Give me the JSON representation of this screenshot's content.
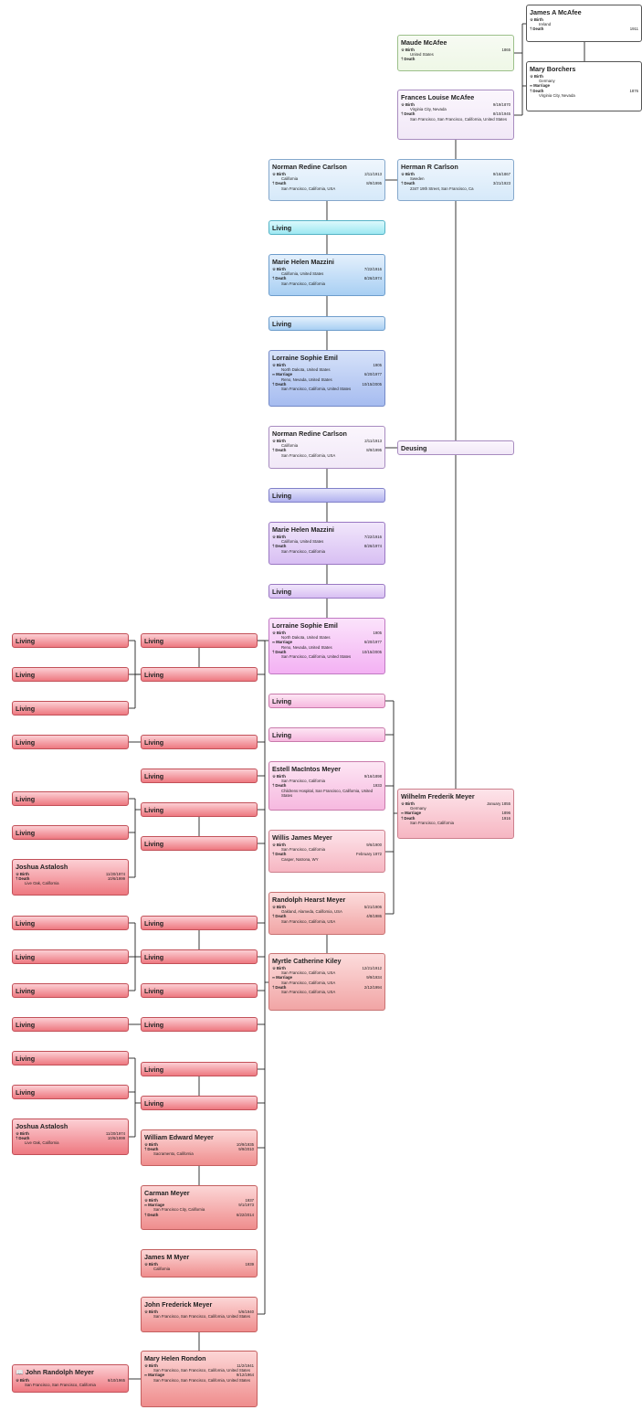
{
  "icons": {
    "birth": "☆",
    "marriage": "∞",
    "death": "†",
    "family_book": "📖"
  },
  "styles": {
    "green": {
      "bg": "linear-gradient(#f7fbf3,#eef7e6)",
      "border": "#9cc08a"
    },
    "white": {
      "bg": "#ffffff",
      "border": "#555555"
    },
    "lilac": {
      "bg": "linear-gradient(#fbf6fd,#f1e8f7)",
      "border": "#a88cc0"
    },
    "sky": {
      "bg": "linear-gradient(#eff6fd,#d6e9f9)",
      "border": "#85a8cc"
    },
    "cyan": {
      "bg": "linear-gradient(#dcf9fc,#9de8f2)",
      "border": "#55b3c6"
    },
    "blue": {
      "bg": "linear-gradient(#e4f0fc,#a8cff3)",
      "border": "#6d9dcc"
    },
    "periwinkle": {
      "bg": "linear-gradient(#d6e2f9,#a6bcf0)",
      "border": "#7489c7"
    },
    "blueviolet": {
      "bg": "linear-gradient(#e6e6fb,#b2b2ef)",
      "border": "#7f7fc8"
    },
    "lavender": {
      "bg": "linear-gradient(#f1e6fb,#d8bff3)",
      "border": "#9a78c3"
    },
    "orchid": {
      "bg": "linear-gradient(#fbe3fb,#f3b1f3)",
      "border": "#c179c3"
    },
    "pink": {
      "bg": "linear-gradient(#fde6f4,#f6b8df)",
      "border": "#c97aab"
    },
    "pinkred": {
      "bg": "linear-gradient(#fde4ea,#f6b6c2)",
      "border": "#cc7f8c"
    },
    "salmon": {
      "bg": "linear-gradient(#fcdcdc,#f1a5a5)",
      "border": "#c87373"
    },
    "red": {
      "bg": "linear-gradient(#fccfd4,#ee7880)",
      "border": "#c25058"
    },
    "red2": {
      "bg": "linear-gradient(#fcd6d6,#ef8d8d)",
      "border": "#c45f5f"
    }
  },
  "persons": [
    {
      "id": "james_mcafee",
      "name": "James A McAfee",
      "style": "white",
      "events": [
        {
          "type": "Birth",
          "date": "",
          "place": "Ireland"
        },
        {
          "type": "Death",
          "date": "1911",
          "place": ""
        }
      ]
    },
    {
      "id": "maude_mcafee",
      "name": "Maude McAfee",
      "style": "green",
      "events": [
        {
          "type": "Birth",
          "date": "1865",
          "place": "United States"
        },
        {
          "type": "Death",
          "date": "",
          "place": ""
        }
      ]
    },
    {
      "id": "mary_borchers",
      "name": "Mary Borchers",
      "style": "white",
      "events": [
        {
          "type": "Birth",
          "date": "",
          "place": "Germany"
        },
        {
          "type": "Marriage",
          "date": "",
          "place": ""
        },
        {
          "type": "Death",
          "date": "1876",
          "place": "Virginia City, Nevada"
        }
      ]
    },
    {
      "id": "frances_mcafee",
      "name": "Frances Louise McAfee",
      "style": "lilac",
      "events": [
        {
          "type": "Birth",
          "date": "9/19/1870",
          "place": "Virginia City, Nevada"
        },
        {
          "type": "Death",
          "date": "8/10/1945",
          "place": "San Francisco, San Francisco, California, United States"
        }
      ]
    },
    {
      "id": "norman_1",
      "name": "Norman Redine Carlson",
      "style": "sky",
      "events": [
        {
          "type": "Birth",
          "date": "2/11/1913",
          "place": "California"
        },
        {
          "type": "Death",
          "date": "8/9/1995",
          "place": "San Francisco, California, USA"
        }
      ]
    },
    {
      "id": "herman_carlson",
      "name": "Herman R Carlson",
      "style": "sky",
      "events": [
        {
          "type": "Birth",
          "date": "9/16/1867",
          "place": "Sweden"
        },
        {
          "type": "Death",
          "date": "3/21/1923",
          "place": "2347 19th Street, San Francisco, Ca"
        }
      ]
    },
    {
      "id": "living_c1",
      "name": "Living",
      "style": "cyan",
      "events": []
    },
    {
      "id": "marie_1",
      "name": "Marie Helen Mazzini",
      "style": "blue",
      "events": [
        {
          "type": "Birth",
          "date": "7/22/1916",
          "place": "California, United States"
        },
        {
          "type": "Death",
          "date": "8/26/1974",
          "place": "San Francisco, California"
        }
      ]
    },
    {
      "id": "living_c2",
      "name": "Living",
      "style": "blue",
      "events": []
    },
    {
      "id": "lorraine_1",
      "name": "Lorraine Sophie Emil",
      "style": "periwinkle",
      "events": [
        {
          "type": "Birth",
          "date": "1905",
          "place": "North Dakota, United States"
        },
        {
          "type": "Marriage",
          "date": "6/20/1977",
          "place": "Reno, Nevada, United States"
        },
        {
          "type": "Death",
          "date": "10/15/2005",
          "place": "San Francisco, California, United States"
        }
      ]
    },
    {
      "id": "norman_2",
      "name": "Norman Redine Carlson",
      "style": "lilac",
      "events": [
        {
          "type": "Birth",
          "date": "2/11/1913",
          "place": "California"
        },
        {
          "type": "Death",
          "date": "8/9/1995",
          "place": "San Francisco, California, USA"
        }
      ]
    },
    {
      "id": "deusing",
      "name": "Deusing",
      "style": "lilac",
      "events": []
    },
    {
      "id": "living_c3",
      "name": "Living",
      "style": "blueviolet",
      "events": []
    },
    {
      "id": "marie_2",
      "name": "Marie Helen Mazzini",
      "style": "lavender",
      "events": [
        {
          "type": "Birth",
          "date": "7/22/1916",
          "place": "California, United States"
        },
        {
          "type": "Death",
          "date": "8/26/1974",
          "place": "San Francisco, California"
        }
      ]
    },
    {
      "id": "living_c4",
      "name": "Living",
      "style": "lavender",
      "events": []
    },
    {
      "id": "lorraine_2",
      "name": "Lorraine Sophie Emil",
      "style": "orchid",
      "events": [
        {
          "type": "Birth",
          "date": "1905",
          "place": "North Dakota, United States"
        },
        {
          "type": "Marriage",
          "date": "6/20/1977",
          "place": "Reno, Nevada, United States"
        },
        {
          "type": "Death",
          "date": "10/15/2005",
          "place": "San Francisco, California, United States"
        }
      ]
    },
    {
      "id": "living_p1",
      "name": "Living",
      "style": "pink",
      "events": []
    },
    {
      "id": "living_p2",
      "name": "Living",
      "style": "pink",
      "events": []
    },
    {
      "id": "estell_meyer",
      "name": "Estell MacIntos Meyer",
      "style": "pink",
      "events": [
        {
          "type": "Birth",
          "date": "9/16/1898",
          "place": "San Francisco, California"
        },
        {
          "type": "Death",
          "date": "1933",
          "place": "Childrens Hospital, San Francisco, California, United States"
        }
      ]
    },
    {
      "id": "wilhelm_meyer",
      "name": "Wilhelm Frederik Meyer",
      "style": "pinkred",
      "events": [
        {
          "type": "Birth",
          "date": "January 1855",
          "place": "Germany"
        },
        {
          "type": "Marriage",
          "date": "1896",
          "place": ""
        },
        {
          "type": "Death",
          "date": "1916",
          "place": "San Francisco, California"
        }
      ]
    },
    {
      "id": "willis_meyer",
      "name": "Willis James Meyer",
      "style": "pinkred",
      "events": [
        {
          "type": "Birth",
          "date": "9/6/1900",
          "place": "San Francisco, California"
        },
        {
          "type": "Death",
          "date": "February 1972",
          "place": "Casper, Natrona, WY"
        }
      ]
    },
    {
      "id": "randolph_meyer",
      "name": "Randolph Hearst Meyer",
      "style": "salmon",
      "events": [
        {
          "type": "Birth",
          "date": "5/21/1906",
          "place": "Oakland, Alameda, California, USA"
        },
        {
          "type": "Death",
          "date": "4/8/1986",
          "place": "San Francisco, California, USA"
        }
      ]
    },
    {
      "id": "myrtle_kiley",
      "name": "Myrtle Catherine Kiley",
      "style": "salmon",
      "events": [
        {
          "type": "Birth",
          "date": "12/21/1912",
          "place": "San Francisco, California, USA"
        },
        {
          "type": "Marriage",
          "date": "9/9/1934",
          "place": "San Francisco, California, USA"
        },
        {
          "type": "Death",
          "date": "2/12/1994",
          "place": "San Francisco, California, USA"
        }
      ]
    },
    {
      "id": "l_m1",
      "name": "Living",
      "style": "red",
      "events": []
    },
    {
      "id": "l_m2",
      "name": "Living",
      "style": "red",
      "events": []
    },
    {
      "id": "l_m3",
      "name": "Living",
      "style": "red",
      "events": []
    },
    {
      "id": "l_m4",
      "name": "Living",
      "style": "red",
      "events": []
    },
    {
      "id": "l_m5",
      "name": "Living",
      "style": "red",
      "events": []
    },
    {
      "id": "l_m6",
      "name": "Living",
      "style": "red",
      "events": []
    },
    {
      "id": "l_m7",
      "name": "Living",
      "style": "red",
      "events": []
    },
    {
      "id": "l_m8",
      "name": "Living",
      "style": "red",
      "events": []
    },
    {
      "id": "l_m9",
      "name": "Living",
      "style": "red",
      "events": []
    },
    {
      "id": "l_m10",
      "name": "Living",
      "style": "red",
      "events": []
    },
    {
      "id": "l_m11",
      "name": "Living",
      "style": "red",
      "events": []
    },
    {
      "id": "l_m12",
      "name": "Living",
      "style": "red",
      "events": []
    },
    {
      "id": "l_m13",
      "name": "Living",
      "style": "red",
      "events": []
    },
    {
      "id": "l_m14",
      "name": "Living",
      "style": "red",
      "events": []
    },
    {
      "id": "l_m15",
      "name": "Living",
      "style": "red",
      "events": []
    },
    {
      "id": "l_m16",
      "name": "Living",
      "style": "red",
      "events": []
    },
    {
      "id": "l_m17",
      "name": "Living",
      "style": "red",
      "events": []
    },
    {
      "id": "l_m18",
      "name": "Living",
      "style": "red",
      "events": []
    },
    {
      "id": "l_m19",
      "name": "Living",
      "style": "red",
      "events": []
    },
    {
      "id": "l_m20",
      "name": "Living",
      "style": "red",
      "events": []
    },
    {
      "id": "l_m21",
      "name": "Living",
      "style": "red",
      "events": []
    },
    {
      "id": "l_m22",
      "name": "Living",
      "style": "red",
      "events": []
    },
    {
      "id": "joshua_1",
      "name": "Joshua Astalosh",
      "style": "red",
      "events": [
        {
          "type": "Birth",
          "date": "11/20/1974",
          "place": ""
        },
        {
          "type": "Death",
          "date": "10/6/1999",
          "place": "Live Oak, California"
        }
      ]
    },
    {
      "id": "joshua_2",
      "name": "Joshua Astalosh",
      "style": "red",
      "events": [
        {
          "type": "Birth",
          "date": "11/20/1974",
          "place": ""
        },
        {
          "type": "Death",
          "date": "10/6/1999",
          "place": "Live Oak, California"
        }
      ]
    },
    {
      "id": "william_meyer",
      "name": "William Edward Meyer",
      "style": "red2",
      "events": [
        {
          "type": "Birth",
          "date": "10/9/1935",
          "place": ""
        },
        {
          "type": "Death",
          "date": "9/9/2010",
          "place": "Sacramento, California"
        }
      ]
    },
    {
      "id": "carman_meyer",
      "name": "Carman Meyer",
      "style": "red2",
      "events": [
        {
          "type": "Birth",
          "date": "1937",
          "place": ""
        },
        {
          "type": "Marriage",
          "date": "9/1/1973",
          "place": "San Francisco City, California"
        },
        {
          "type": "Death",
          "date": "6/22/2014",
          "place": ""
        }
      ]
    },
    {
      "id": "james_myer",
      "name": "James M Myer",
      "style": "red2",
      "events": [
        {
          "type": "Birth",
          "date": "1939",
          "place": "California"
        }
      ]
    },
    {
      "id": "john_f_meyer",
      "name": "John Frederick Meyer",
      "style": "red2",
      "events": [
        {
          "type": "Birth",
          "date": "5/6/1940",
          "place": "San Francisco, San Francisco, California, United States"
        }
      ]
    },
    {
      "id": "mary_rondon",
      "name": "Mary Helen Rondon",
      "style": "red2",
      "events": [
        {
          "type": "Birth",
          "date": "11/2/1941",
          "place": "San Francisco, San Francisco, California, United States"
        },
        {
          "type": "Marriage",
          "date": "9/12/1964",
          "place": "San Francisco, San Francisco, California, United States"
        }
      ]
    },
    {
      "id": "john_r_meyer",
      "name": "John Randolph Meyer",
      "style": "red",
      "book": true,
      "events": [
        {
          "type": "Birth",
          "date": "6/10/1965",
          "place": "San Francisco, San Francisco, California"
        }
      ]
    }
  ]
}
